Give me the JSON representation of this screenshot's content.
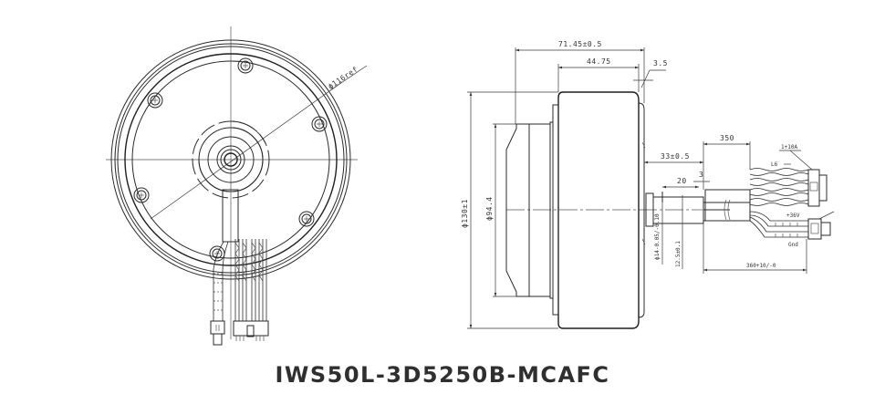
{
  "product": {
    "model_name": "IWS50L-3D5250B-MCAFC"
  },
  "front_view": {
    "diameter_label": "ϕ116ref",
    "screw_count": 6
  },
  "side_view": {
    "dimensions": {
      "overall_length": "71.45±0.5",
      "body_length": "44.75",
      "flange_offset": "3.5",
      "shaft_length": "33±0.5",
      "cable_length_top": "350",
      "shaft_flat_length": "20",
      "shaft_flat_offset": "3",
      "outer_diameter": "ϕ130±1",
      "inner_diameter": "ϕ94.4",
      "shaft_diameter": "ϕ14-0.05/-0.10",
      "shaft_flat_height": "12.5±0.1",
      "cable_length_bottom": "360+10/-0"
    },
    "cable_labels": {
      "signal_connector": "1+10A",
      "signal_wire": "L6",
      "power_positive": "+36V",
      "power_ground": "Gnd"
    }
  },
  "colors": {
    "line": "#2a2a2a",
    "title": "#2f2f2f",
    "background": "#ffffff"
  }
}
